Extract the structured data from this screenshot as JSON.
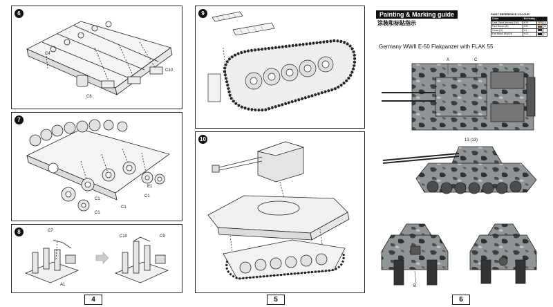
{
  "pages": {
    "left_number": "4",
    "middle_number": "5",
    "right_number": "6"
  },
  "steps": {
    "s6": {
      "number": "6",
      "parts": [
        "C4",
        "C6",
        "C10"
      ]
    },
    "s7": {
      "number": "7",
      "parts": [
        "C1",
        "C1",
        "C1",
        "C1",
        "E1"
      ]
    },
    "s8": {
      "number": "8",
      "parts": [
        "C7",
        "A1",
        "C10",
        "C9"
      ]
    },
    "s9": {
      "number": "9"
    },
    "s10": {
      "number": "10"
    }
  },
  "guide": {
    "title": "Painting & Marking guide",
    "title_cn": "涂装和标贴指示",
    "vehicle_title": "Germany WWII E-50 Flakpanzer with FLAK 55",
    "markers": {
      "a": "A",
      "c": "C",
      "num": "13 (13)",
      "b": "B"
    }
  },
  "paint_ref": {
    "heading": "PAINT REFERENCE COLOUR",
    "headers": [
      "Color",
      "Mr.Hobby",
      "",
      ""
    ],
    "rows": [
      {
        "name": "Dark Sand (brown) (DA)",
        "code": "H79",
        "sw": "#c9b27a",
        "letter": "A"
      },
      {
        "name": "Red Brown (B)",
        "code": "H47",
        "sw": "#6b3a2a",
        "letter": "B"
      },
      {
        "name": "Gloss (G)",
        "code": "H1",
        "sw": "#2d2d2d",
        "letter": ""
      },
      {
        "name": "Flat Black (B)(CH)",
        "code": "H12",
        "sw": "#111111",
        "letter": "C"
      }
    ]
  }
}
